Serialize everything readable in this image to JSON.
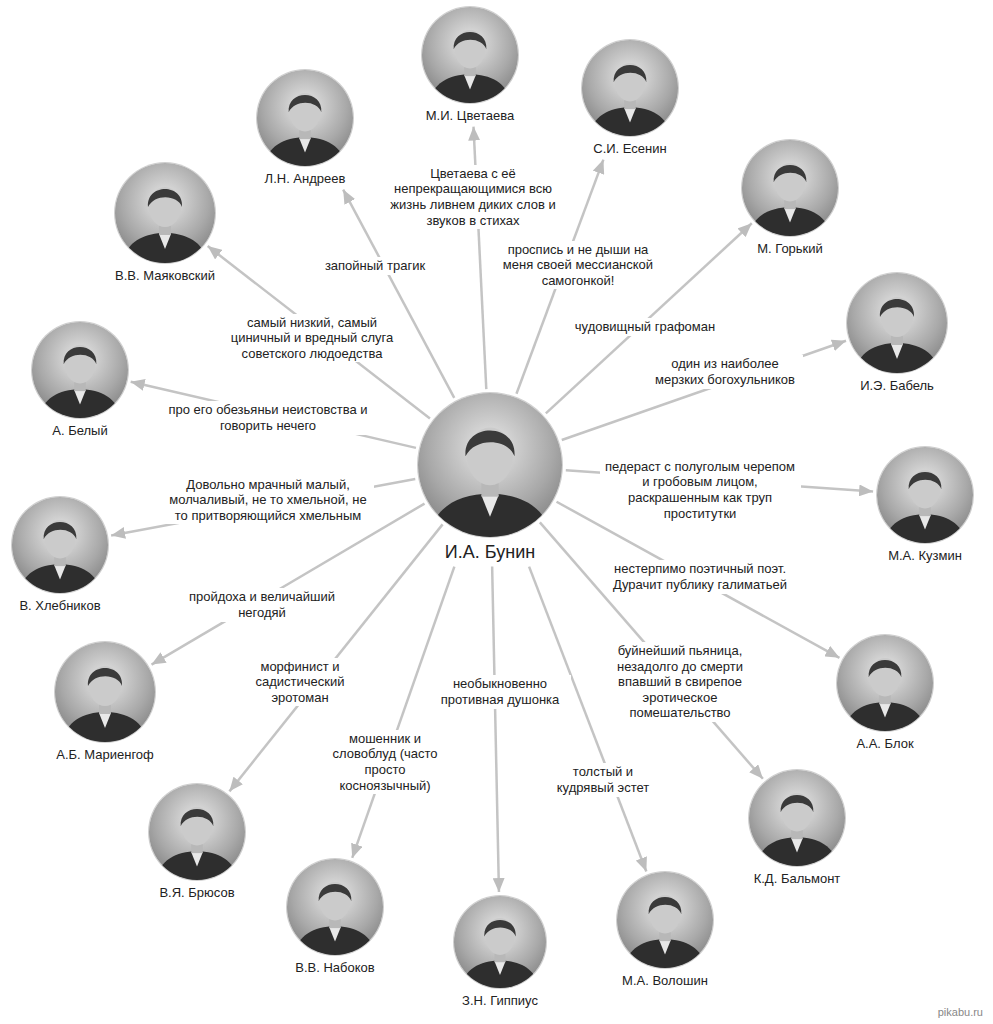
{
  "diagram": {
    "nodes": [
      {
        "text": [
          "М.И. Цветаева"
        ]
      },
      {
        "text": [
          "С.И. Есенин"
        ]
      },
      {
        "text": [
          "Л.Н. Андреев"
        ]
      },
      {
        "text": [
          "М. Горький"
        ]
      },
      {
        "text": [
          "В.В. Маяковский"
        ]
      },
      {
        "text": [
          "И.Э. Бабель"
        ]
      },
      {
        "text": [
          "А. Белый"
        ]
      },
      {
        "text": [
          "И.А. Бунин"
        ]
      },
      {
        "text": [
          "М.А. Кузмин"
        ]
      },
      {
        "text": [
          "В. Хлебников"
        ]
      },
      {
        "text": [
          "А.А. Блок"
        ]
      },
      {
        "text": [
          "А.Б. Мариенгоф"
        ]
      },
      {
        "text": [
          "К.Д. Бальмонт"
        ]
      },
      {
        "text": [
          "В.Я. Брюсов"
        ]
      },
      {
        "text": [
          "В.В. Набоков"
        ]
      },
      {
        "text": [
          "М.А. Волошин"
        ]
      },
      {
        "text": [
          "З.Н. Гиппиус"
        ]
      }
    ],
    "edges": [
      {
        "from": 7,
        "to": 0,
        "arrow": "to",
        "label": "Цветаева с её непрекращающимися всю жизнь ливнем диких слов и звуков в стихах"
      },
      {
        "from": 7,
        "to": 1,
        "arrow": "to",
        "label": "проспись и не дыши на меня своей мессианской самогонкой!"
      },
      {
        "from": 7,
        "to": 2,
        "arrow": "to",
        "label": "запойный трагик"
      },
      {
        "from": 7,
        "to": 3,
        "arrow": "to",
        "label": "чудовищный графоман"
      },
      {
        "from": 7,
        "to": 4,
        "arrow": "to",
        "label": "самый низкий, самый циничный и вредный слуга советского людоедства"
      },
      {
        "from": 7,
        "to": 5,
        "arrow": "to",
        "label": "один из наиболее мерзких богохульников"
      },
      {
        "from": 7,
        "to": 6,
        "arrow": "to",
        "label": "про его обезьяньи неистовства и говорить нечего"
      },
      {
        "from": 7,
        "to": 8,
        "arrow": "to",
        "label": "педераст с полуголым черепом и гробовым лицом, раскрашенным как труп проститутки"
      },
      {
        "from": 7,
        "to": 9,
        "arrow": "to",
        "label": "Довольно мрачный малый, молчаливый, не то хмельной, не то притворяющийся хмельным"
      },
      {
        "from": 7,
        "to": 10,
        "arrow": "to",
        "label": "нестерпимо поэтичный поэт. Дурачит публику галиматьей"
      },
      {
        "from": 7,
        "to": 11,
        "arrow": "to",
        "label": "пройдоха и величайший негодяй"
      },
      {
        "from": 7,
        "to": 12,
        "arrow": "to",
        "label": "буйнейший пьяница, незадолго до смерти впавший в свирепое эротическое помешательство"
      },
      {
        "from": 7,
        "to": 13,
        "arrow": "to",
        "label": "морфинист и садистический эротоман"
      },
      {
        "from": 7,
        "to": 14,
        "arrow": "to",
        "label": "мошенник и словоблуд (часто просто косноязычный)"
      },
      {
        "from": 7,
        "to": 15,
        "arrow": "to",
        "label": "толстый и кудрявый эстет"
      },
      {
        "from": 7,
        "to": 16,
        "arrow": "to",
        "label": "необыкновенно противная душонка"
      }
    ],
    "labels": [
      "pikabu.ru"
    ]
  }
}
